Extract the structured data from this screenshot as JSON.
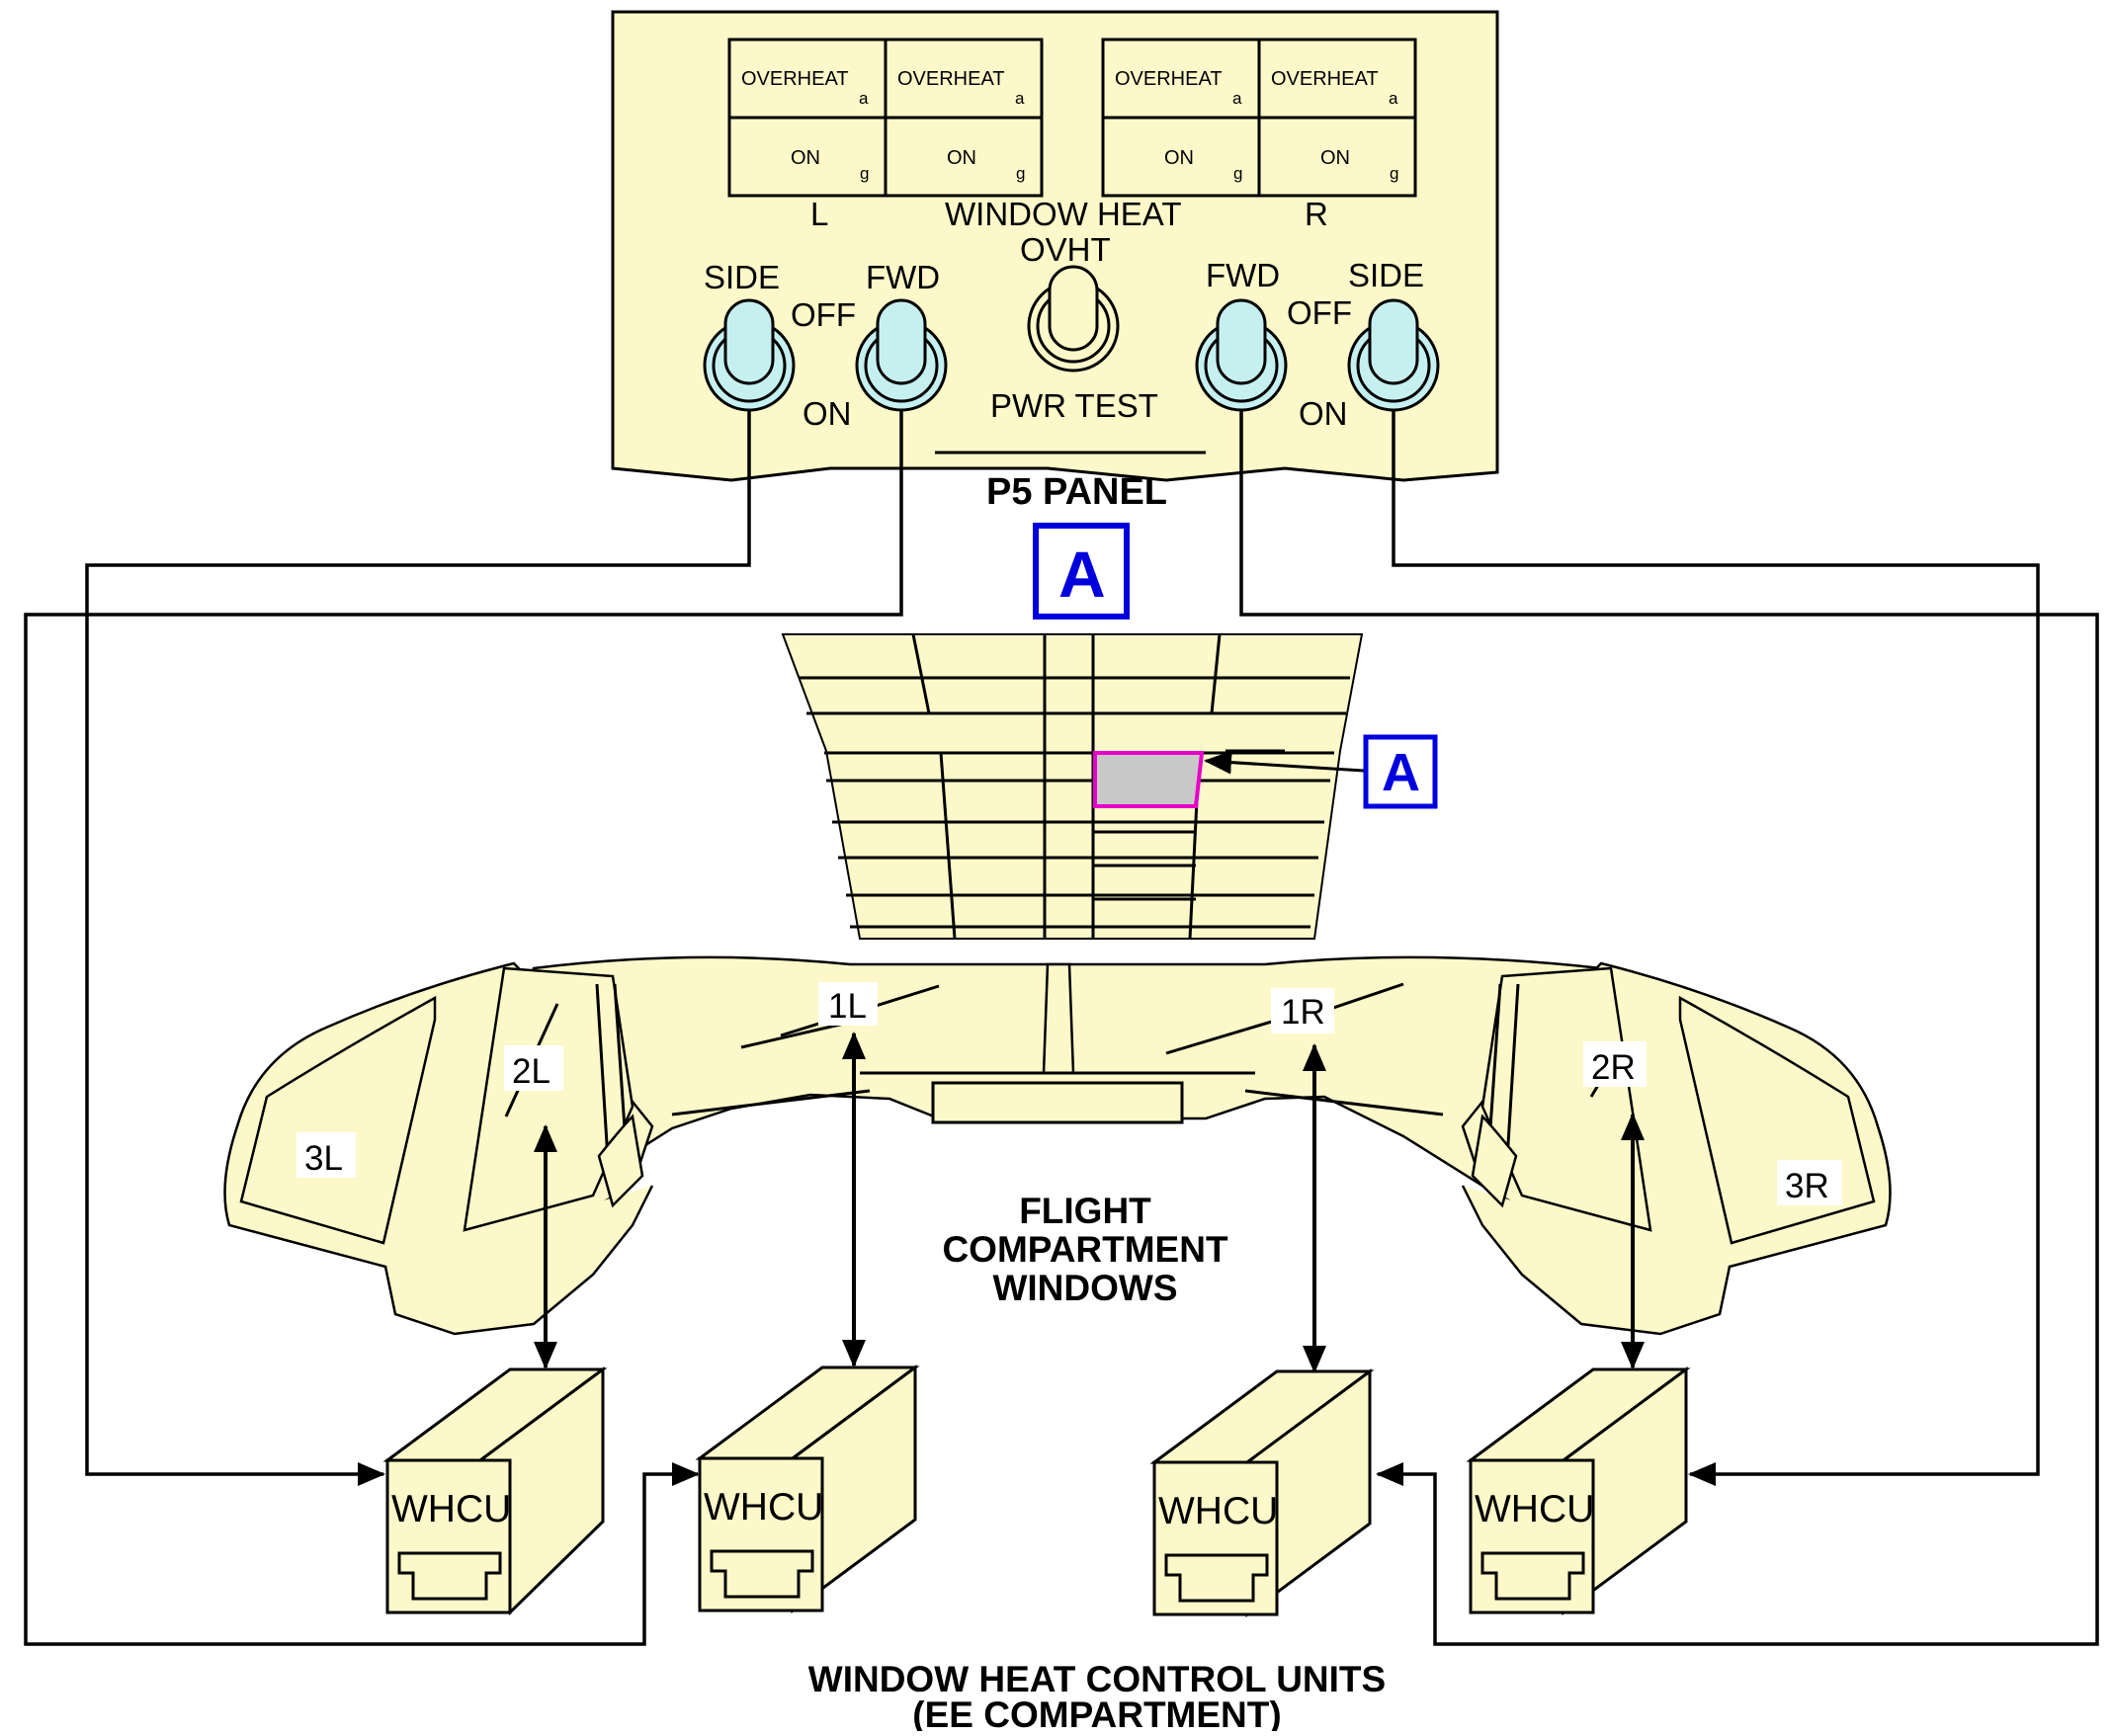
{
  "panel": {
    "annunciators": [
      {
        "top": "OVERHEAT",
        "top_sub": "a",
        "bottom": "ON",
        "bottom_sub": "g"
      },
      {
        "top": "OVERHEAT",
        "top_sub": "a",
        "bottom": "ON",
        "bottom_sub": "g"
      },
      {
        "top": "OVERHEAT",
        "top_sub": "a",
        "bottom": "ON",
        "bottom_sub": "g"
      },
      {
        "top": "OVERHEAT",
        "top_sub": "a",
        "bottom": "ON",
        "bottom_sub": "g"
      }
    ],
    "label_left": "L",
    "label_center": "WINDOW HEAT",
    "label_right": "R",
    "ovht_label": "OVHT",
    "pwr_test_label": "PWR TEST",
    "switches": {
      "left_side": "SIDE",
      "left_fwd": "FWD",
      "left_off": "OFF",
      "left_on": "ON",
      "right_fwd": "FWD",
      "right_side": "SIDE",
      "right_off": "OFF",
      "right_on": "ON"
    },
    "title": "P5 PANEL"
  },
  "callout": {
    "main_letter": "A",
    "locator_letter": "A"
  },
  "windows": {
    "labels": [
      "1L",
      "2L",
      "3L",
      "1R",
      "2R",
      "3R"
    ],
    "title_lines": [
      "FLIGHT",
      "COMPARTMENT",
      "WINDOWS"
    ]
  },
  "whcu": {
    "units": [
      "WHCU",
      "WHCU",
      "WHCU",
      "WHCU"
    ],
    "title_lines": [
      "WINDOW HEAT CONTROL UNITS",
      "(EE COMPARTMENT)"
    ]
  },
  "colors": {
    "fill": "#fcf8c9",
    "switch_fill": "#c6f0f0",
    "callout_blue": "#0000dd",
    "highlight_magenta": "#e600c8",
    "highlight_gray": "#c8c8c8"
  }
}
